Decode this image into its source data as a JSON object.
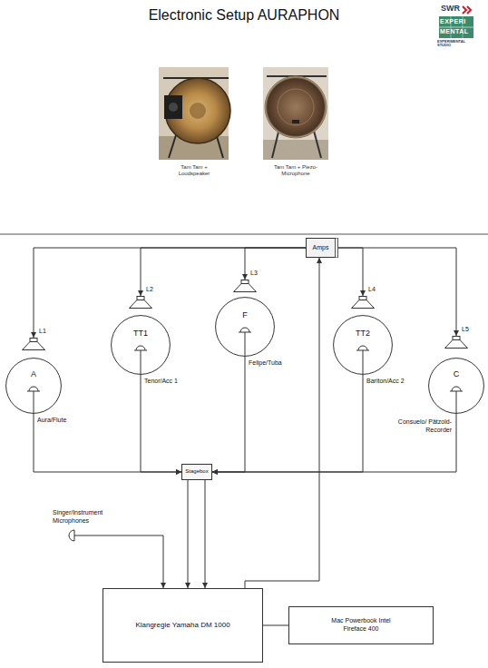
{
  "diagram": {
    "title": "Electronic Setup AURAPHON",
    "nodes": [
      {
        "text": [
          "Amps"
        ]
      },
      {
        "text": [
          "L1"
        ]
      },
      {
        "text": [
          "A",
          "Aura/Flute"
        ]
      },
      {
        "text": [
          "L2"
        ]
      },
      {
        "text": [
          "TT1",
          "Tenor/Acc 1"
        ]
      },
      {
        "text": [
          "L3"
        ]
      },
      {
        "text": [
          "F",
          "Felipe/Tuba"
        ]
      },
      {
        "text": [
          "L4"
        ]
      },
      {
        "text": [
          "TT2",
          "Bariton/Acc 2"
        ]
      },
      {
        "text": [
          "L5"
        ]
      },
      {
        "text": [
          "C",
          "Consuelo/ Pätzold-Recorder"
        ]
      },
      {
        "text": [
          "Stagebox"
        ]
      },
      {
        "text": [
          "Singer/Instrument Microphones"
        ]
      },
      {
        "text": [
          "Klangregie Yamaha DM 1000"
        ]
      },
      {
        "text": [
          "Mac Powerbook Intel Fireface 400"
        ]
      }
    ],
    "edges": [
      {
        "from": 0,
        "to": 1,
        "arrow": "to"
      },
      {
        "from": 0,
        "to": 3,
        "arrow": "to"
      },
      {
        "from": 0,
        "to": 5,
        "arrow": "to"
      },
      {
        "from": 0,
        "to": 7,
        "arrow": "to"
      },
      {
        "from": 0,
        "to": 9,
        "arrow": "to"
      },
      {
        "from": 2,
        "to": 11,
        "arrow": "to"
      },
      {
        "from": 4,
        "to": 11,
        "arrow": "to"
      },
      {
        "from": 6,
        "to": 11,
        "arrow": "to"
      },
      {
        "from": 8,
        "to": 11,
        "arrow": "to"
      },
      {
        "from": 10,
        "to": 11,
        "arrow": "to"
      },
      {
        "from": 11,
        "to": 13,
        "arrow": "to"
      },
      {
        "from": 11,
        "to": 13,
        "arrow": "to"
      },
      {
        "from": 12,
        "to": 13,
        "arrow": "to"
      },
      {
        "from": 13,
        "to": 0,
        "arrow": "to"
      },
      {
        "from": 13,
        "to": 14,
        "arrow": "none"
      }
    ],
    "labels": [
      "SWR",
      "EXPERI",
      "MENTAL",
      "EXPERIMENTAL STUDIO",
      "Tam Tam + Loudspeaker",
      "Tam Tam + Piezo-Microphone"
    ]
  }
}
